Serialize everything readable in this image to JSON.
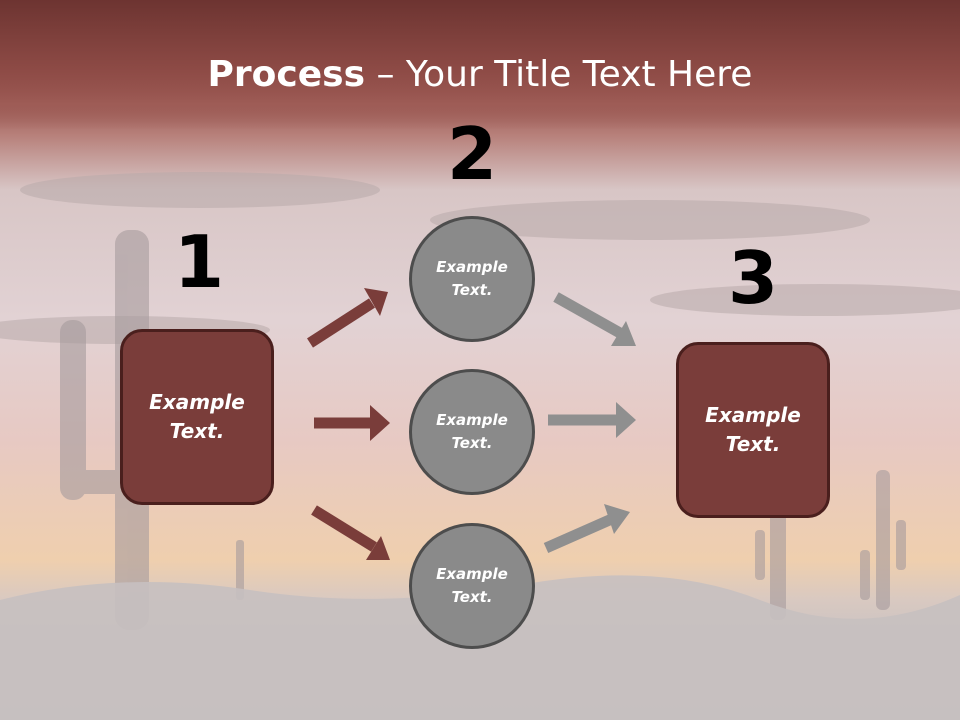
{
  "title": {
    "bold": "Process",
    "rest": " – Your Title Text Here"
  },
  "numbers": [
    "1",
    "2",
    "3"
  ],
  "left_box": {
    "text": "Example Text."
  },
  "circles": [
    {
      "text": "Example Text."
    },
    {
      "text": "Example Text."
    },
    {
      "text": "Example Text."
    }
  ],
  "right_box": {
    "text": "Example Text."
  },
  "colors": {
    "box_fill": "#7a3d3a",
    "circle_fill": "#8a8a8a",
    "arrow_red": "#7a3d3a",
    "arrow_gray": "#8f8f8f",
    "title_band": "#8e4b46"
  }
}
